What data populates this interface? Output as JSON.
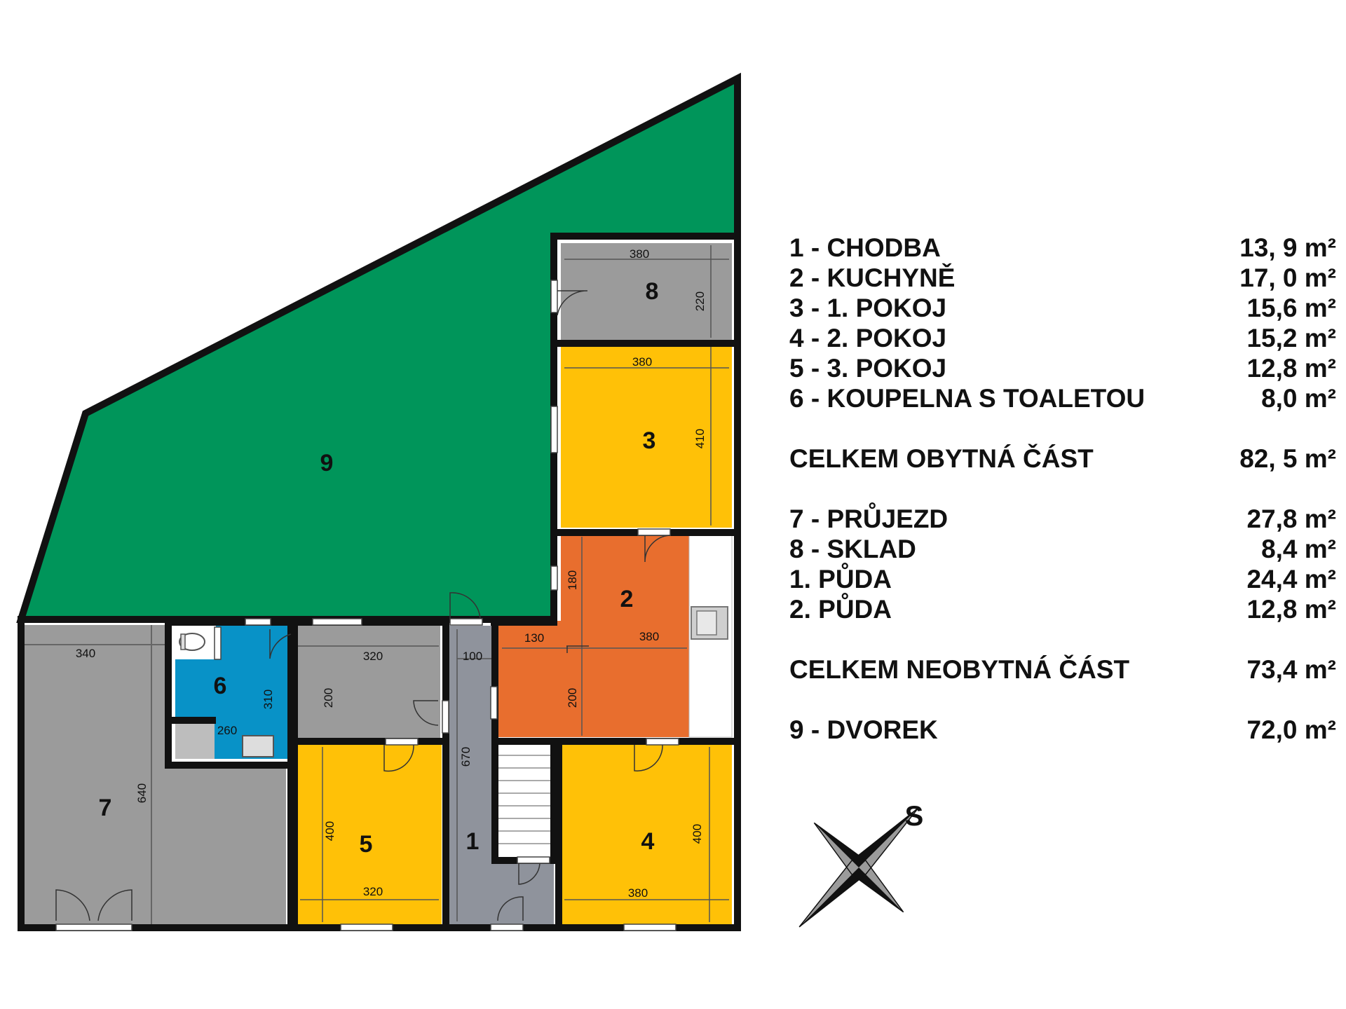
{
  "rooms": {
    "r1": "1",
    "r2": "2",
    "r3": "3",
    "r4": "4",
    "r5": "5",
    "r6": "6",
    "r7": "7",
    "r8": "8",
    "r9": "9"
  },
  "dimensions": {
    "r8_width": "380",
    "r8_depth": "220",
    "r3_width": "380",
    "r3_depth": "410",
    "r2_depth_top": "180",
    "r2_left": "130",
    "r2_width": "380",
    "r2_depth_bottom": "200",
    "r7_width": "340",
    "r7_depth": "640",
    "r6_depth": "310",
    "r6_width": "260",
    "hall_room_width": "320",
    "hall_room_depth": "200",
    "r1_width": "100",
    "r1_length": "670",
    "r5_depth": "400",
    "r5_width": "320",
    "r4_depth": "400",
    "r4_width": "380"
  },
  "compass": {
    "label": "S"
  },
  "legend": {
    "living": [
      {
        "name": "1 - CHODBA",
        "area": "13, 9 m²"
      },
      {
        "name": "2 - KUCHYNĚ",
        "area": "17, 0 m²"
      },
      {
        "name": "3 - 1. POKOJ",
        "area": "15,6 m²"
      },
      {
        "name": "4 - 2. POKOJ",
        "area": "15,2 m²"
      },
      {
        "name": "5 - 3. POKOJ",
        "area": "12,8 m²"
      },
      {
        "name": "6 - KOUPELNA S TOALETOU",
        "area": "8,0 m²"
      }
    ],
    "living_total": {
      "name": "CELKEM OBYTNÁ ČÁST",
      "area": "82, 5 m²"
    },
    "nonliving": [
      {
        "name": "7 - PRŮJEZD",
        "area": "27,8 m²"
      },
      {
        "name": "8 - SKLAD",
        "area": "8,4 m²"
      },
      {
        "name": "1. PŮDA",
        "area": "24,4 m²"
      },
      {
        "name": "2. PŮDA",
        "area": "12,8 m²"
      }
    ],
    "nonliving_total": {
      "name": "CELKEM NEOBYTNÁ ČÁST",
      "area": "73,4 m²"
    },
    "yard": {
      "name": "9 - DVOREK",
      "area": "72,0 m²"
    }
  },
  "colors": {
    "yard": "#00955a",
    "room_yellow": "#ffc107",
    "kitchen": "#e86e2e",
    "bath": "#0892c7",
    "grey": "#9b9b9b",
    "hall": "#8f939c",
    "wall": "#111111"
  }
}
